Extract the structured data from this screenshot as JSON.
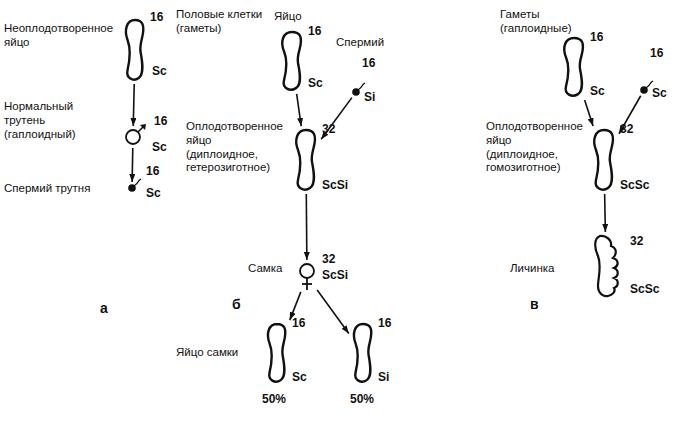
{
  "diagram": {
    "nodes": [
      {
        "text": [
          "Неоплодотворенное яйцо",
          "16",
          "Sc"
        ]
      },
      {
        "text": [
          "Нормальный трутень (гаплоидный)",
          "16",
          "Sc"
        ]
      },
      {
        "text": [
          "Спермий трутня",
          "16",
          "Sc"
        ]
      },
      {
        "text": [
          "Яйцо",
          "16",
          "Sc"
        ]
      },
      {
        "text": [
          "Спермий",
          "16",
          "Si"
        ]
      },
      {
        "text": [
          "Оплодотворенное яйцо (диплоидное, гетерозиготное)",
          "32",
          "ScSi"
        ]
      },
      {
        "text": [
          "Самка",
          "32",
          "ScSi"
        ]
      },
      {
        "text": [
          "16",
          "Sc",
          "50%"
        ]
      },
      {
        "text": [
          "16",
          "Si",
          "50%"
        ]
      },
      {
        "text": [
          "16",
          "Sc"
        ]
      },
      {
        "text": [
          "16",
          "Sc"
        ]
      },
      {
        "text": [
          "Оплодотворенное яйцо (диплоидное, гомозиготное)",
          "32",
          "ScSc"
        ]
      },
      {
        "text": [
          "Личинка",
          "32",
          "ScSc"
        ]
      }
    ],
    "edges": [
      {
        "from": 0,
        "to": 1,
        "arrow": "to"
      },
      {
        "from": 1,
        "to": 2,
        "arrow": "to"
      },
      {
        "from": 3,
        "to": 5,
        "arrow": "to"
      },
      {
        "from": 4,
        "to": 5,
        "arrow": "to"
      },
      {
        "from": 5,
        "to": 6,
        "arrow": "to"
      },
      {
        "from": 6,
        "to": 7,
        "arrow": "to"
      },
      {
        "from": 6,
        "to": 8,
        "arrow": "to"
      },
      {
        "from": 9,
        "to": 11,
        "arrow": "to"
      },
      {
        "from": 10,
        "to": 11,
        "arrow": "to"
      },
      {
        "from": 11,
        "to": 12,
        "arrow": "to"
      }
    ],
    "labels": [
      "а",
      "Половые клетки (гаметы)",
      "б",
      "Яйцо самки",
      "Гаметы (гаплоидные)",
      "в"
    ]
  }
}
